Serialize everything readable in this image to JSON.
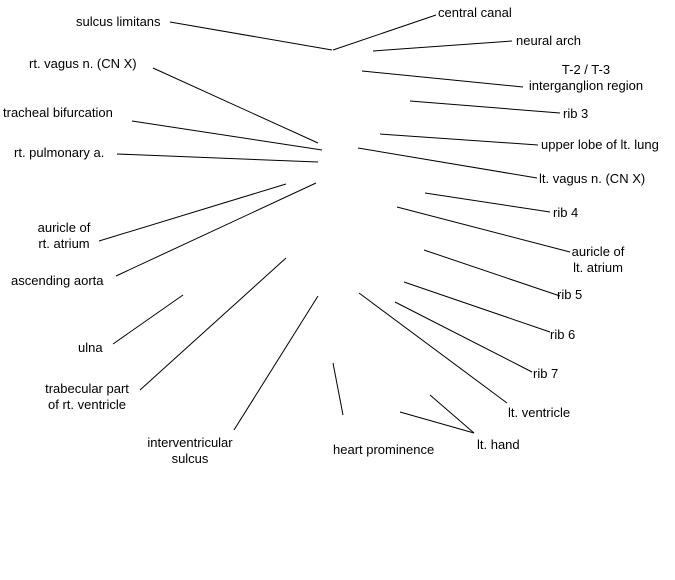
{
  "labels": {
    "sulcus_limitans": "sulcus limitans",
    "central_canal": "central canal",
    "neural_arch": "neural arch",
    "t2_t3": [
      "T-2 / T-3",
      "interganglion region"
    ],
    "rib3": "rib 3",
    "upper_lobe": "upper lobe of lt. lung",
    "lt_vagus": "lt. vagus n. (CN X)",
    "rib4": "rib 4",
    "auricle_lt": [
      "auricle of",
      "lt. atrium"
    ],
    "rib5": "rib 5",
    "rib6": "rib 6",
    "rib7": "rib 7",
    "lt_ventricle": "lt. ventricle",
    "lt_hand": "lt. hand",
    "heart_prominence": "heart prominence",
    "interventricular": [
      "interventricular",
      "sulcus"
    ],
    "trabecular": [
      "trabecular part",
      "of rt. ventricle"
    ],
    "ulna": "ulna",
    "ascending_aorta": "ascending aorta",
    "auricle_rt": [
      "auricle of",
      "rt. atrium"
    ],
    "rt_pulmonary": "rt. pulmonary a.",
    "tracheal": "tracheal bifurcation",
    "rt_vagus": "rt. vagus n. (CN X)"
  }
}
